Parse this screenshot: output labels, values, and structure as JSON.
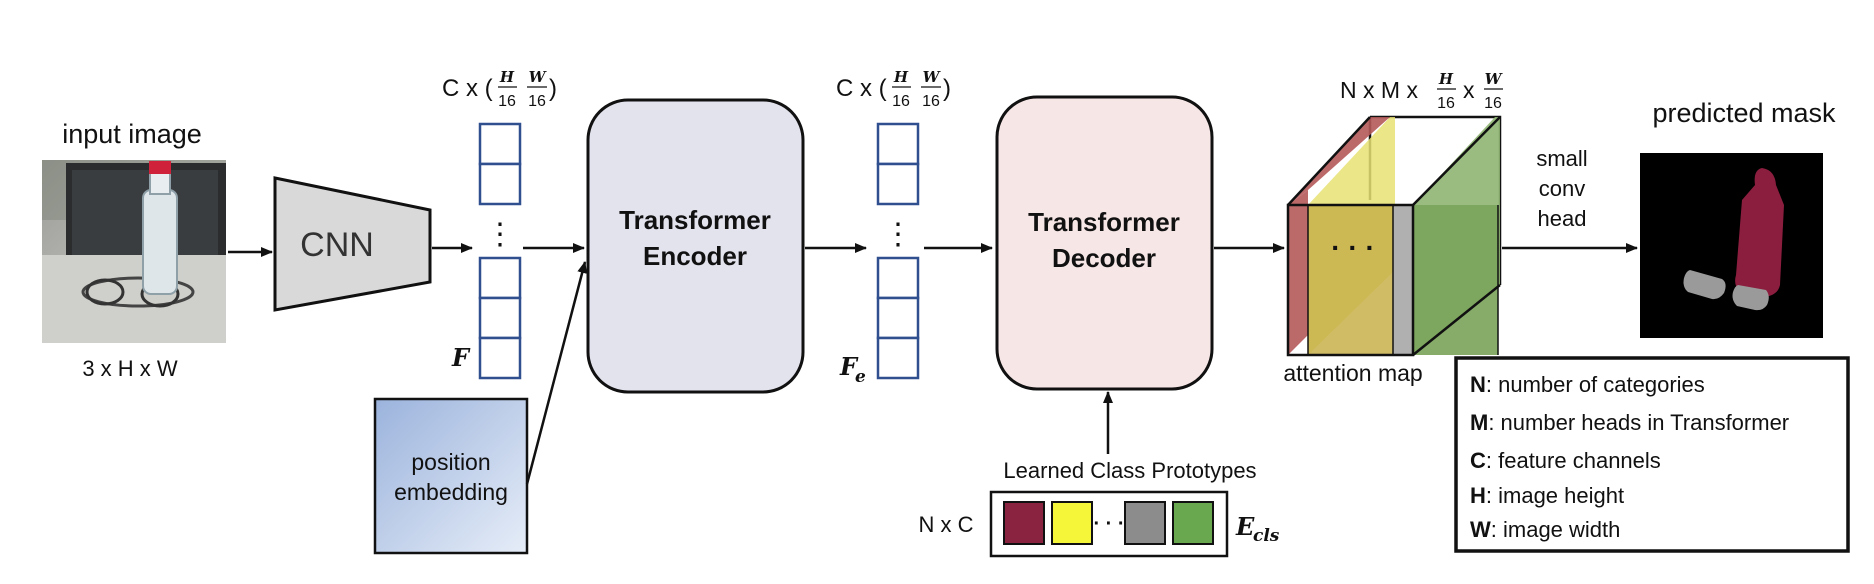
{
  "input": {
    "title": "input image",
    "dims": "3 x H x W"
  },
  "cnn": {
    "label": "CNN"
  },
  "feature_map": {
    "dim_prefix": "C x (",
    "dim_h": "H",
    "dim_w": "W",
    "dim_den": "16",
    "dim_suffix": ")",
    "dots": "⋮",
    "symbol": "F"
  },
  "encoder": {
    "line1": "Transformer",
    "line2": "Encoder"
  },
  "encoded_map": {
    "dim_prefix": "C x (",
    "dim_h": "H",
    "dim_w": "W",
    "dim_den": "16",
    "dim_suffix": ")",
    "dots": "⋮",
    "symbol": "F",
    "symbol_sub": "e"
  },
  "position": {
    "line1": "position",
    "line2": "embedding"
  },
  "decoder": {
    "line1": "Transformer",
    "line2": "Decoder"
  },
  "prototypes": {
    "title": "Learned Class Prototypes",
    "dims": "N x C",
    "symbol": "E",
    "symbol_sub": "cls",
    "dots": "· · ·",
    "colors": [
      "#8a2340",
      "#f5f53a",
      "#8c8c8c",
      "#6aa84f"
    ]
  },
  "attention": {
    "dim_prefix": "N x M x",
    "dim_h": "H",
    "dim_w": "W",
    "dim_den": "16",
    "dim_mid": "x",
    "dots": "· · ·",
    "label": "attention map",
    "colors": [
      "#b5595a",
      "#c8b04a",
      "#b0b0b0",
      "#7aa35a"
    ]
  },
  "head": {
    "line1": "small",
    "line2": "conv",
    "line3": "head"
  },
  "output": {
    "title": "predicted mask"
  },
  "legend": {
    "items": [
      {
        "key": "N",
        "text": ": number of categories"
      },
      {
        "key": "M",
        "text": ": number heads in Transformer"
      },
      {
        "key": "C",
        "text": ": feature channels"
      },
      {
        "key": "H",
        "text": ": image height"
      },
      {
        "key": "W",
        "text": ": image width"
      }
    ]
  }
}
